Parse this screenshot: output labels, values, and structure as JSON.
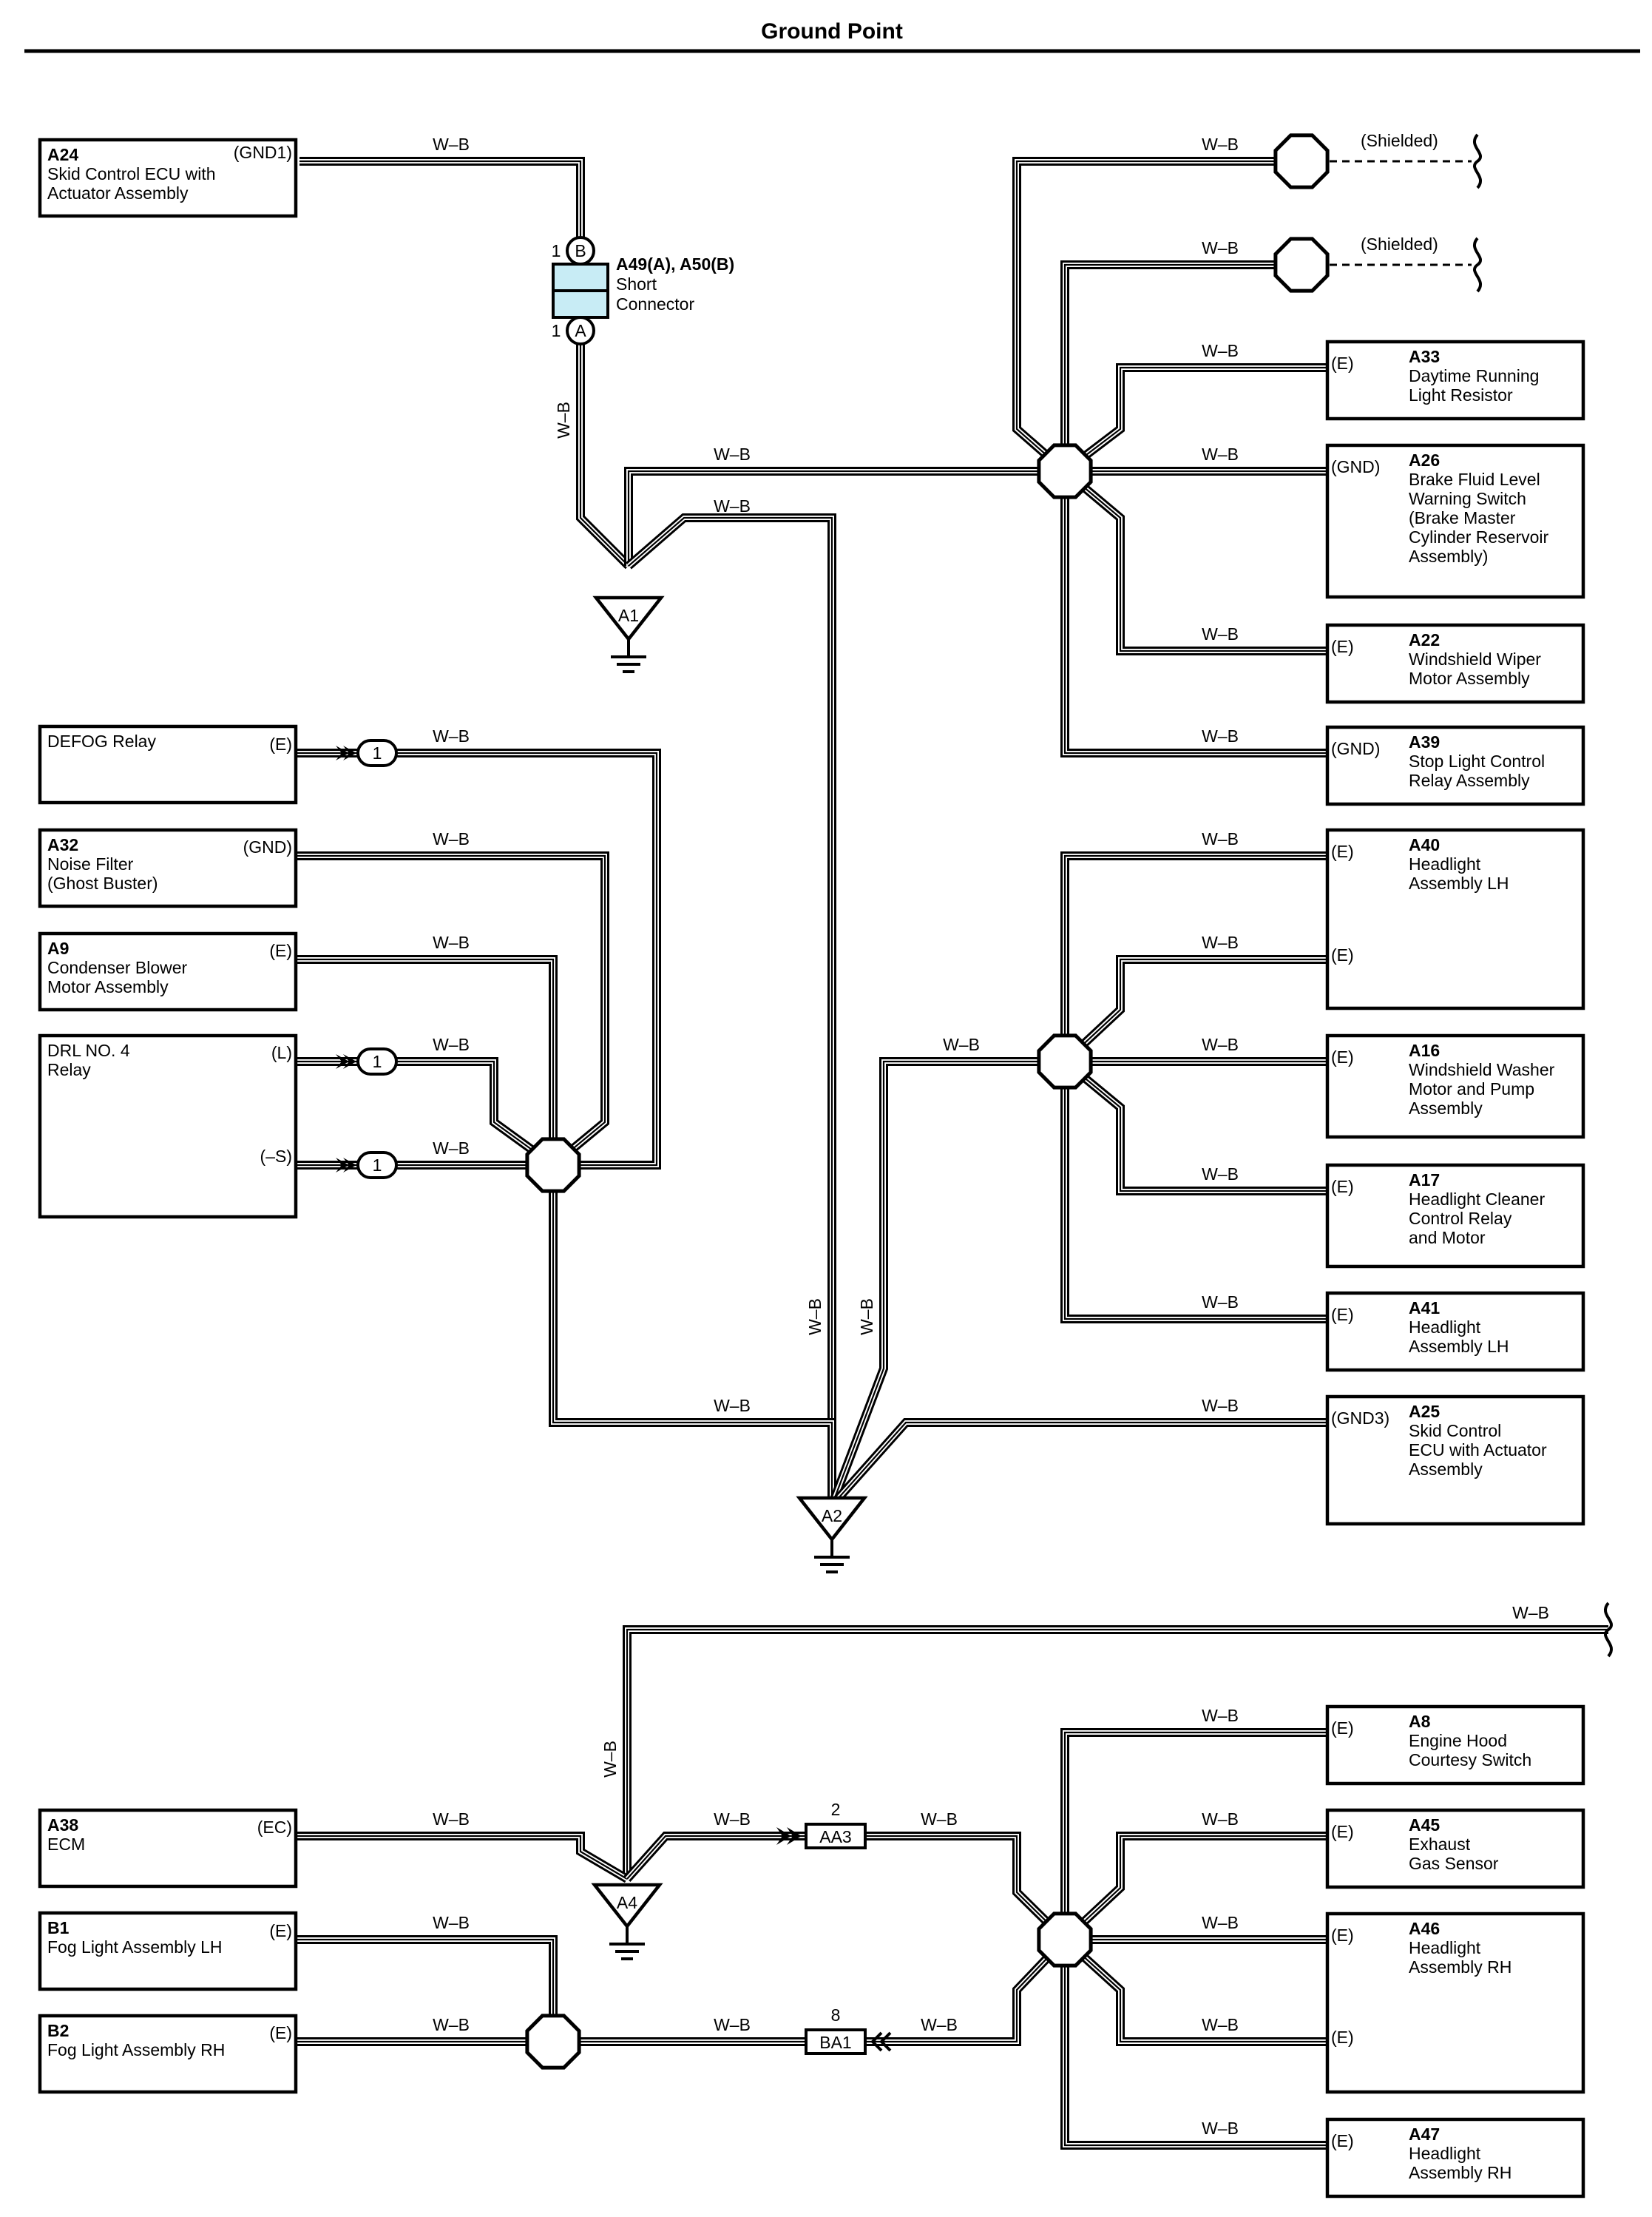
{
  "title": "Ground Point",
  "wire_color": "W–B",
  "shielded_label": "(Shielded)",
  "grounds": {
    "a1": "A1",
    "a2": "A2",
    "a4": "A4"
  },
  "short_connector": {
    "name": "A49(A), A50(B)",
    "desc1": "Short",
    "desc2": "Connector",
    "pin_b_num": "1",
    "pin_b": "B",
    "pin_a_num": "1",
    "pin_a": "A"
  },
  "junctions": {
    "aa3_pin": "2",
    "aa3": "AA3",
    "ba1_pin": "8",
    "ba1": "BA1"
  },
  "connector_pin": "1",
  "left_components": [
    {
      "id": "A24",
      "lines": [
        "Skid Control ECU with",
        "Actuator Assembly"
      ],
      "terminal": "(GND1)"
    },
    {
      "id": "",
      "lines": [
        "DEFOG Relay"
      ],
      "terminal": "(E)"
    },
    {
      "id": "A32",
      "lines": [
        "Noise Filter",
        "(Ghost Buster)"
      ],
      "terminal": "(GND)"
    },
    {
      "id": "A9",
      "lines": [
        "Condenser Blower",
        "Motor Assembly"
      ],
      "terminal": "(E)"
    },
    {
      "id": "",
      "lines": [
        "DRL NO. 4",
        "Relay"
      ],
      "terminals": [
        "(L)",
        "(–S)"
      ]
    },
    {
      "id": "A38",
      "lines": [
        "ECM"
      ],
      "terminal": "(EC)"
    },
    {
      "id": "B1",
      "lines": [
        "Fog Light Assembly LH"
      ],
      "terminal": "(E)"
    },
    {
      "id": "B2",
      "lines": [
        "Fog Light Assembly RH"
      ],
      "terminal": "(E)"
    }
  ],
  "right_components": [
    {
      "id": "A33",
      "lines": [
        "Daytime Running",
        "Light Resistor"
      ],
      "terminal": "(E)"
    },
    {
      "id": "A26",
      "lines": [
        "Brake Fluid Level",
        "Warning Switch",
        "(Brake Master",
        " Cylinder Reservoir",
        " Assembly)"
      ],
      "terminal": "(GND)"
    },
    {
      "id": "A22",
      "lines": [
        "Windshield Wiper",
        "Motor Assembly"
      ],
      "terminal": "(E)"
    },
    {
      "id": "A39",
      "lines": [
        "Stop Light Control",
        "Relay Assembly"
      ],
      "terminal": "(GND)"
    },
    {
      "id": "A40",
      "lines": [
        "Headlight",
        "Assembly LH"
      ],
      "terminals": [
        "(E)",
        "(E)"
      ]
    },
    {
      "id": "A16",
      "lines": [
        "Windshield Washer",
        "Motor and Pump",
        "Assembly"
      ],
      "terminal": "(E)"
    },
    {
      "id": "A17",
      "lines": [
        "Headlight Cleaner",
        "Control Relay",
        "and Motor"
      ],
      "terminal": "(E)"
    },
    {
      "id": "A41",
      "lines": [
        "Headlight",
        "Assembly LH"
      ],
      "terminal": "(E)"
    },
    {
      "id": "A25",
      "lines": [
        "Skid Control",
        "ECU with Actuator",
        "Assembly"
      ],
      "terminal": "(GND3)"
    },
    {
      "id": "A8",
      "lines": [
        "Engine Hood",
        "Courtesy Switch"
      ],
      "terminal": "(E)"
    },
    {
      "id": "A45",
      "lines": [
        "Exhaust",
        "Gas Sensor"
      ],
      "terminal": "(E)"
    },
    {
      "id": "A46",
      "lines": [
        "Headlight",
        "Assembly RH"
      ],
      "terminals": [
        "(E)",
        "(E)"
      ]
    },
    {
      "id": "A47",
      "lines": [
        "Headlight",
        "Assembly RH"
      ],
      "terminal": "(E)"
    }
  ]
}
